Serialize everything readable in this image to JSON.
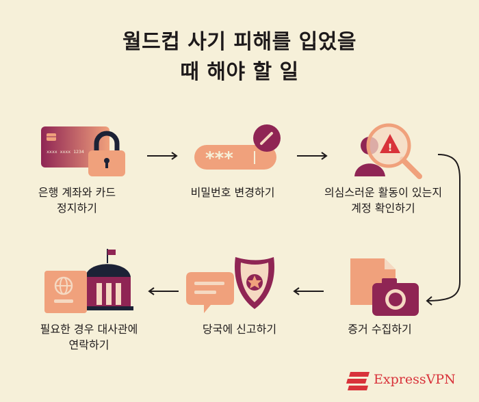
{
  "title": {
    "line1": "월드컵 사기 피해를 입었을",
    "line2": "때 해야 할 일"
  },
  "steps": [
    {
      "label": "은행 계좌와 카드 정지하기",
      "card_number_text": "xxxx xxxx 1234"
    },
    {
      "label": "비밀번호 변경하기",
      "password_mask": "***"
    },
    {
      "label": "의심스러운 활동이 있는지 계정 확인하기",
      "alert_symbol": "!"
    },
    {
      "label": "증거 수집하기"
    },
    {
      "label": "당국에 신고하기"
    },
    {
      "label": "필요한 경우 대사관에 연락하기"
    }
  ],
  "brand": {
    "name": "ExpressVPN"
  },
  "colors": {
    "background": "#f6f0d9",
    "plum": "#8f2554",
    "peach": "#f0a17c",
    "cream": "#f5d9c2",
    "navy": "#1c2236",
    "brand_red": "#d8323a"
  }
}
